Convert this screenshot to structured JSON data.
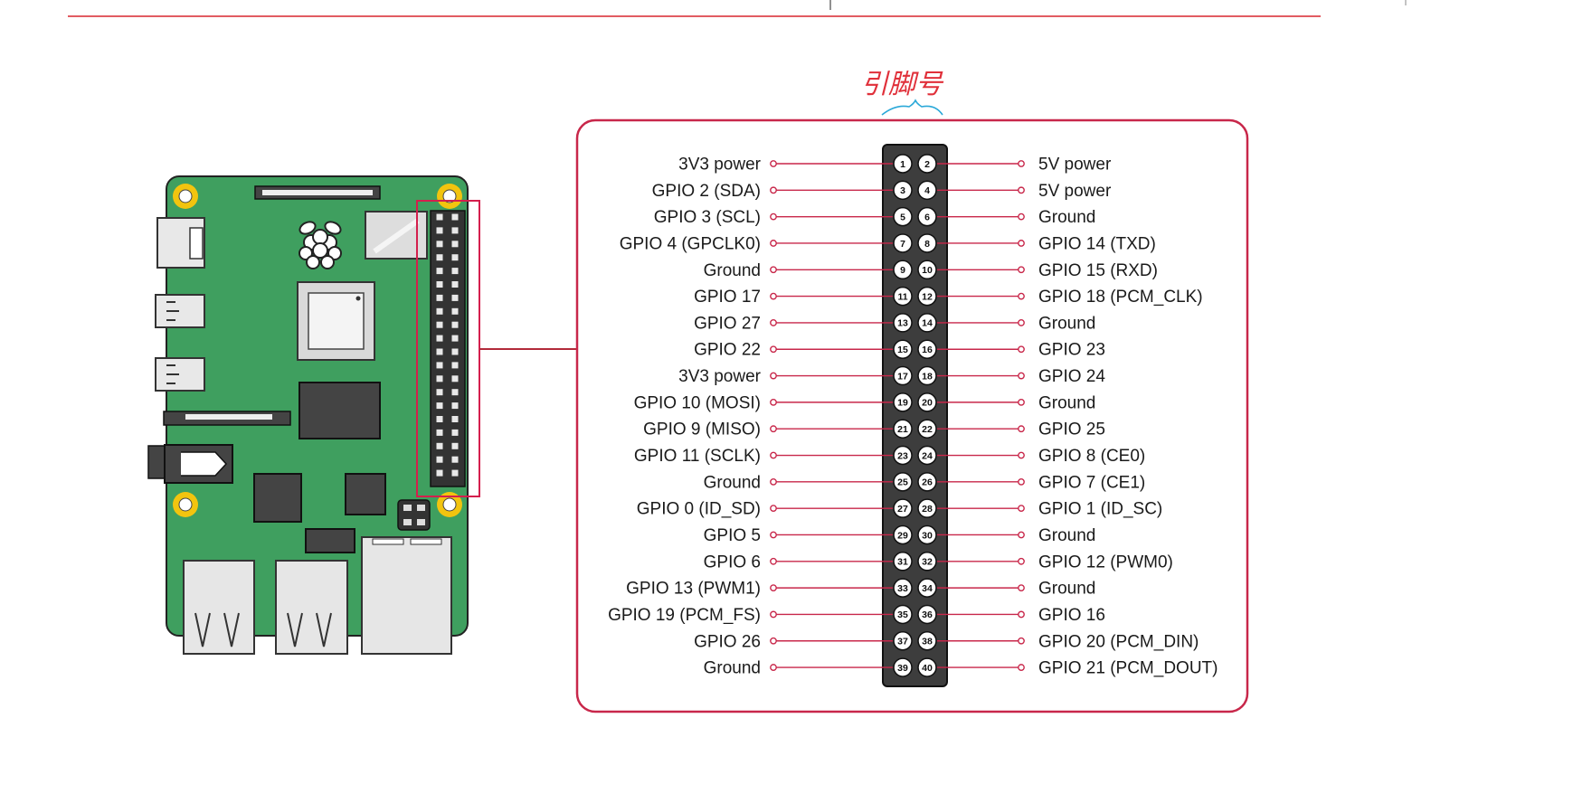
{
  "annotation": {
    "text": "引脚号",
    "color": "#e0303a",
    "brace_color": "#2aa8d8"
  },
  "colors": {
    "accent": "#c8274a",
    "board_green": "#3f9f5f",
    "header_dark": "#333333",
    "mounting_hole": "#f2c40f",
    "callout_box": "#d41f4d"
  },
  "left_labels": [
    "3V3 power",
    "GPIO 2 (SDA)",
    "GPIO 3 (SCL)",
    "GPIO 4 (GPCLK0)",
    "Ground",
    "GPIO 17",
    "GPIO 27",
    "GPIO 22",
    "3V3 power",
    "GPIO 10 (MOSI)",
    "GPIO 9 (MISO)",
    "GPIO 11 (SCLK)",
    "Ground",
    "GPIO 0 (ID_SD)",
    "GPIO 5",
    "GPIO 6",
    "GPIO 13 (PWM1)",
    "GPIO 19 (PCM_FS)",
    "GPIO 26",
    "Ground"
  ],
  "right_labels": [
    "5V power",
    "5V power",
    "Ground",
    "GPIO 14 (TXD)",
    "GPIO 15 (RXD)",
    "GPIO 18 (PCM_CLK)",
    "Ground",
    "GPIO 23",
    "GPIO 24",
    "Ground",
    "GPIO 25",
    "GPIO 8 (CE0)",
    "GPIO 7 (CE1)",
    "GPIO 1 (ID_SC)",
    "Ground",
    "GPIO 12 (PWM0)",
    "Ground",
    "GPIO 16",
    "GPIO 20 (PCM_DIN)",
    "GPIO 21 (PCM_DOUT)"
  ],
  "pin_numbers": [
    [
      "1",
      "2"
    ],
    [
      "3",
      "4"
    ],
    [
      "5",
      "6"
    ],
    [
      "7",
      "8"
    ],
    [
      "9",
      "10"
    ],
    [
      "11",
      "12"
    ],
    [
      "13",
      "14"
    ],
    [
      "15",
      "16"
    ],
    [
      "17",
      "18"
    ],
    [
      "19",
      "20"
    ],
    [
      "21",
      "22"
    ],
    [
      "23",
      "24"
    ],
    [
      "25",
      "26"
    ],
    [
      "27",
      "28"
    ],
    [
      "29",
      "30"
    ],
    [
      "31",
      "32"
    ],
    [
      "33",
      "34"
    ],
    [
      "35",
      "36"
    ],
    [
      "37",
      "38"
    ],
    [
      "39",
      "40"
    ]
  ]
}
